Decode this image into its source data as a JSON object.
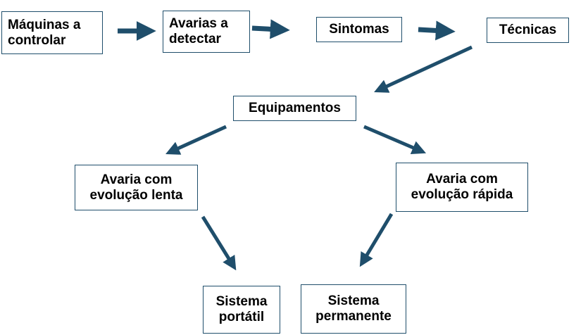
{
  "diagram": {
    "arrow_color": "#1f4e6b",
    "border_color": "#1f4e6b",
    "nodes": {
      "maquinas": {
        "lines": [
          "Máquinas a",
          "controlar"
        ]
      },
      "avarias_detectar": {
        "lines": [
          "Avarias a",
          "detectar"
        ]
      },
      "sintomas": {
        "lines": [
          "Sintomas"
        ]
      },
      "tecnicas": {
        "lines": [
          "Técnicas"
        ]
      },
      "equipamentos": {
        "lines": [
          "Equipamentos"
        ]
      },
      "avaria_lenta": {
        "lines": [
          "Avaria com",
          "evolução lenta"
        ]
      },
      "avaria_rapida": {
        "lines": [
          "Avaria com",
          "evolução rápida"
        ]
      },
      "sistema_portatil": {
        "lines": [
          "Sistema",
          "portátil"
        ]
      },
      "sistema_permanente": {
        "lines": [
          "Sistema",
          "permanente"
        ]
      }
    }
  }
}
